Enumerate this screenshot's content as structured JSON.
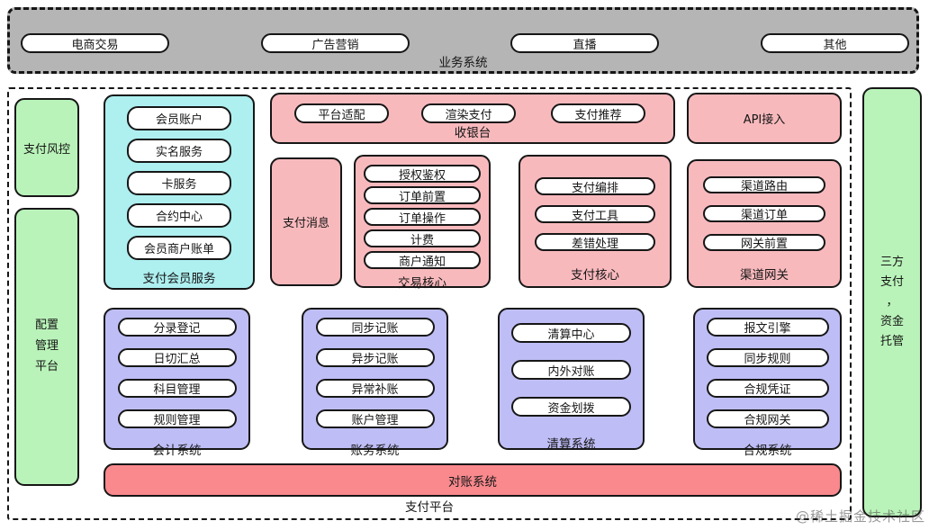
{
  "colors": {
    "business_bg": "#b5b5b5",
    "green": "#b9f3b9",
    "cyan": "#aeeff0",
    "pink": "#f8b9bd",
    "purple": "#bebdf5",
    "red": "#f9898d",
    "node_bg": "#ffffff",
    "line": "#161616"
  },
  "business": {
    "label": "业务系统",
    "items": [
      "电商交易",
      "广告营销",
      "直播",
      "其他"
    ]
  },
  "platform": {
    "label": "支付平台",
    "risk_control": "支付风控",
    "config_platform": "配置\n管理\n平台",
    "member_service": {
      "label": "支付会员服务",
      "items": [
        "会员账户",
        "实名服务",
        "卡服务",
        "合约中心",
        "会员商户账单"
      ]
    },
    "cashier": {
      "label": "收银台",
      "items": [
        "平台适配",
        "渲染支付",
        "支付推荐"
      ]
    },
    "api_access": "API接入",
    "payment_message": "支付消息",
    "trade_core": {
      "label": "交易核心",
      "items": [
        "授权鉴权",
        "订单前置",
        "订单操作",
        "计费",
        "商户通知"
      ]
    },
    "payment_core": {
      "label": "支付核心",
      "items": [
        "支付编排",
        "支付工具",
        "差错处理"
      ]
    },
    "channel_gateway": {
      "label": "渠道网关",
      "items": [
        "渠道路由",
        "渠道订单",
        "网关前置"
      ]
    },
    "accounting": {
      "label": "会计系统",
      "items": [
        "分录登记",
        "日切汇总",
        "科目管理",
        "规则管理"
      ]
    },
    "bookkeeping": {
      "label": "账务系统",
      "items": [
        "同步记账",
        "异步记账",
        "异常补账",
        "账户管理"
      ]
    },
    "clearing": {
      "label": "清算系统",
      "items": [
        "清算中心",
        "内外对账",
        "资金划拨"
      ]
    },
    "compliance": {
      "label": "合规系统",
      "items": [
        "报文引擎",
        "同步规则",
        "合规凭证",
        "合规网关"
      ]
    },
    "reconciliation": "对账系统"
  },
  "third_party": "三方\n支付\n，\n资金\n托管",
  "watermark": "@稀土掘金技术社区"
}
